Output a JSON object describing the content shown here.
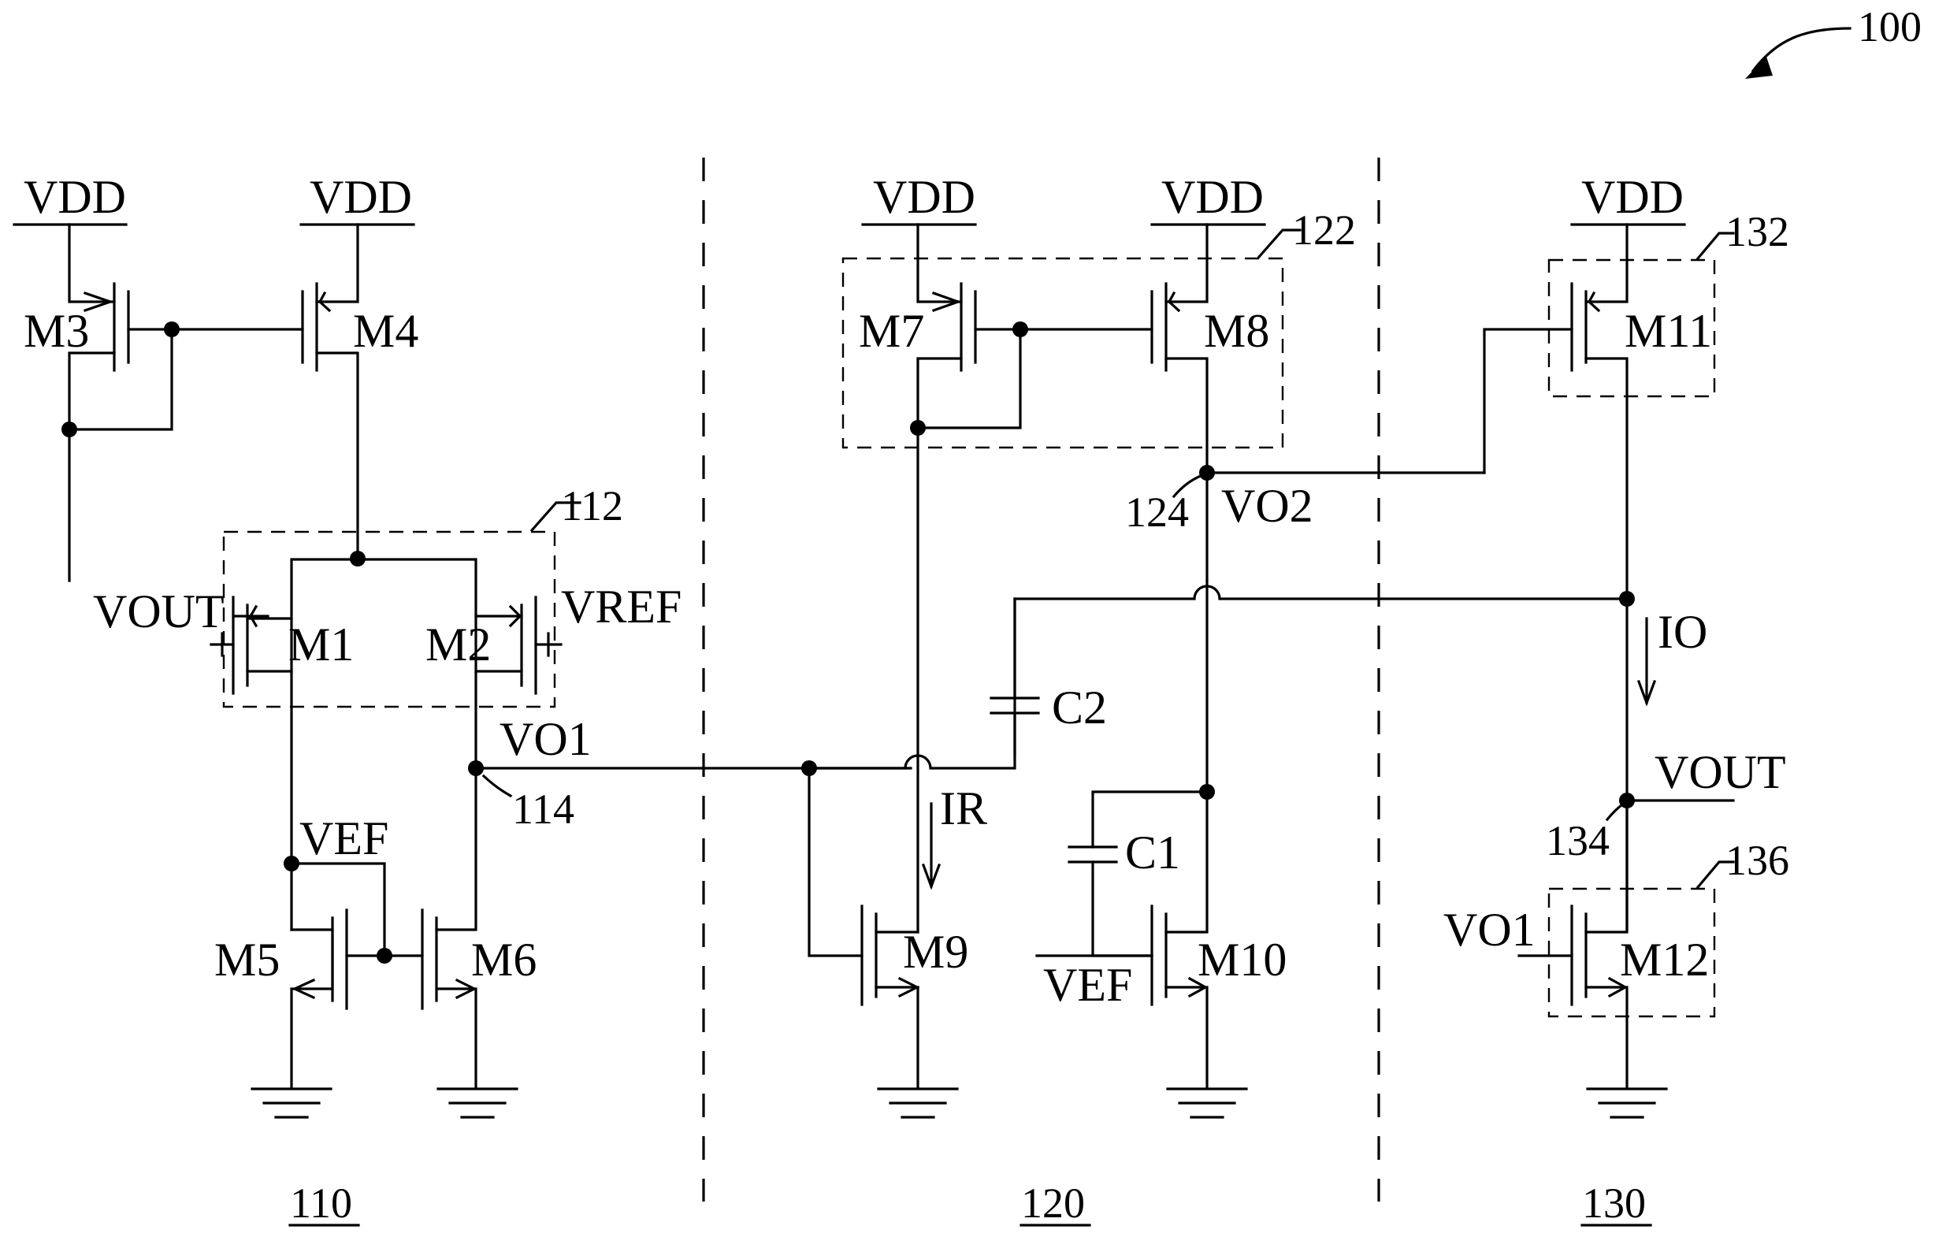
{
  "figure_ref": "100",
  "supply": {
    "vdd_m3": "VDD",
    "vdd_m4": "VDD",
    "vdd_m7": "VDD",
    "vdd_m8": "VDD",
    "vdd_m11": "VDD"
  },
  "transistors": {
    "m1": "M1",
    "m2": "M2",
    "m3": "M3",
    "m4": "M4",
    "m5": "M5",
    "m6": "M6",
    "m7": "M7",
    "m8": "M8",
    "m9": "M9",
    "m10": "M10",
    "m11": "M11",
    "m12": "M12"
  },
  "capacitors": {
    "c1": "C1",
    "c2": "C2"
  },
  "signals": {
    "vout_in": "VOUT",
    "vref": "VREF",
    "vo1": "VO1",
    "vef_node": "VEF",
    "vo2": "VO2",
    "vef_m10": "VEF",
    "vout_out": "VOUT",
    "vo1_in": "VO1",
    "ir": "IR",
    "io": "IO"
  },
  "ref_numbers": {
    "n110": "110",
    "n112": "112",
    "n114": "114",
    "n120": "120",
    "n122": "122",
    "n124": "124",
    "n130": "130",
    "n132": "132",
    "n134": "134",
    "n136": "136"
  }
}
